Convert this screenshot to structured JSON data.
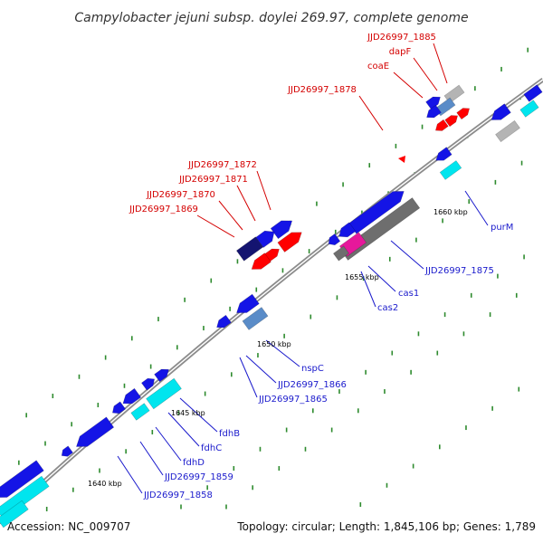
{
  "title": "Campylobacter jejuni subsp. doylei 269.97, complete genome",
  "footer": {
    "accession": "Accession: NC_009707",
    "summary": "Topology: circular; Length: 1,845,106 bp; Genes: 1,789"
  },
  "colors": {
    "backbone": "#8c8c8c",
    "tick": "#2e8b2e",
    "label_red": "#d40000",
    "label_blue": "#1a1acc",
    "gene_blue": "#1414e6",
    "gene_navy": "#141470",
    "gene_red": "#ff0000",
    "gene_cyan": "#00e5ee",
    "gene_gray": "#b4b4b4",
    "gene_dark_gray": "#6e6e6e",
    "gene_steel": "#5a8cc8",
    "gene_magenta": "#e6189b"
  },
  "kbp_labels": [
    "1640 kbp",
    "1645 kbp",
    "1650 kbp",
    "1655 kbp",
    "1660 kbp"
  ],
  "red_labels": [
    "JJD26997_1885",
    "dapF",
    "coaE",
    "JJD26997_1878",
    "JJD26997_1872",
    "JJD26997_1871",
    "JJD26997_1870",
    "JJD26997_1869"
  ],
  "blue_labels": [
    "purM",
    "JJD26997_1875",
    "cas1",
    "cas2",
    "nspC",
    "JJD26997_1866",
    "JJD26997_1865",
    "fdhB",
    "fdhC",
    "fdhD",
    "JJD26997_1859",
    "JJD26997_1858"
  ]
}
